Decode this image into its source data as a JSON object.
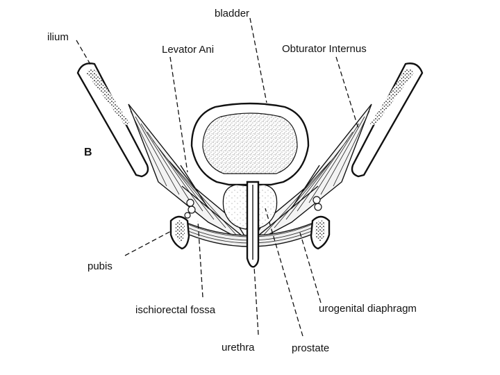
{
  "figure": {
    "panel_letter": "B",
    "labels": {
      "bladder": "bladder",
      "ilium": "ilium",
      "levator_ani": "Levator Ani",
      "obturator_internus": "Obturator Internus",
      "pubis": "pubis",
      "ischiorectal_fossa": "ischiorectal fossa",
      "urogenital_diaphragm": "urogenital diaphragm",
      "urethra": "urethra",
      "prostate": "prostate"
    }
  }
}
